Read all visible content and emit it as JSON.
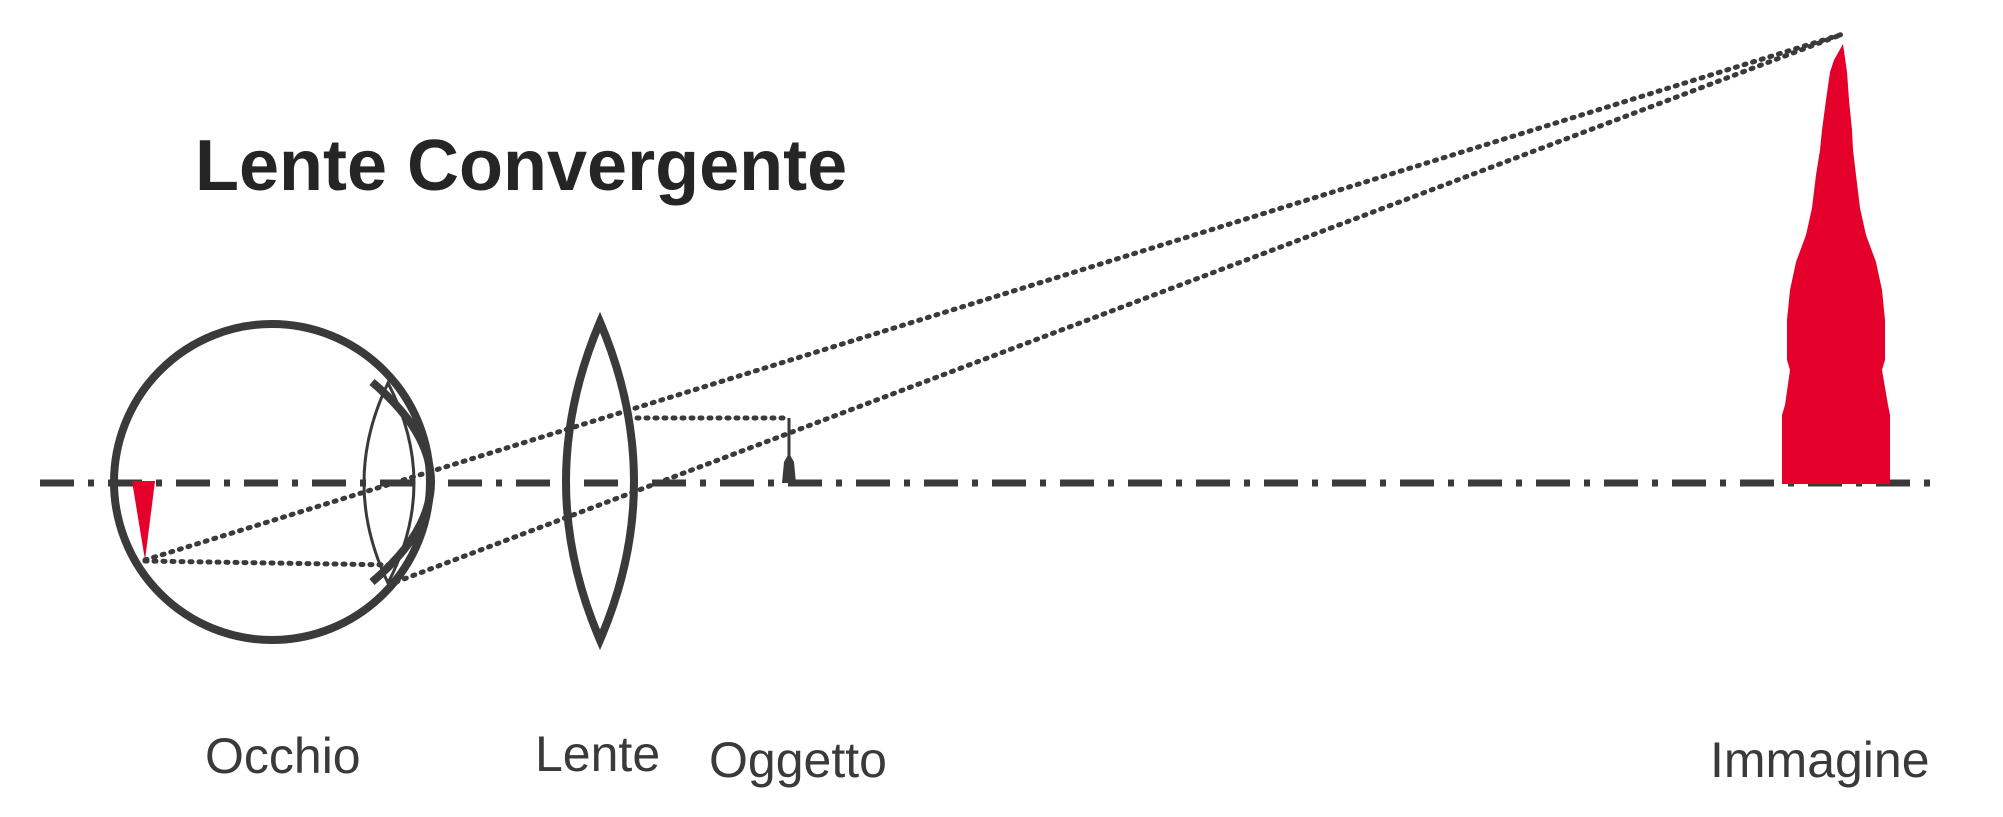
{
  "title": "Lente Convergente",
  "labels": {
    "eye": "Occhio",
    "lens": "Lente",
    "object": "Oggetto",
    "image": "Immagine"
  },
  "colors": {
    "ink": "#3a3a3a",
    "title_ink": "#252525",
    "accent_red": "#e4002b",
    "background": "#ffffff"
  }
}
